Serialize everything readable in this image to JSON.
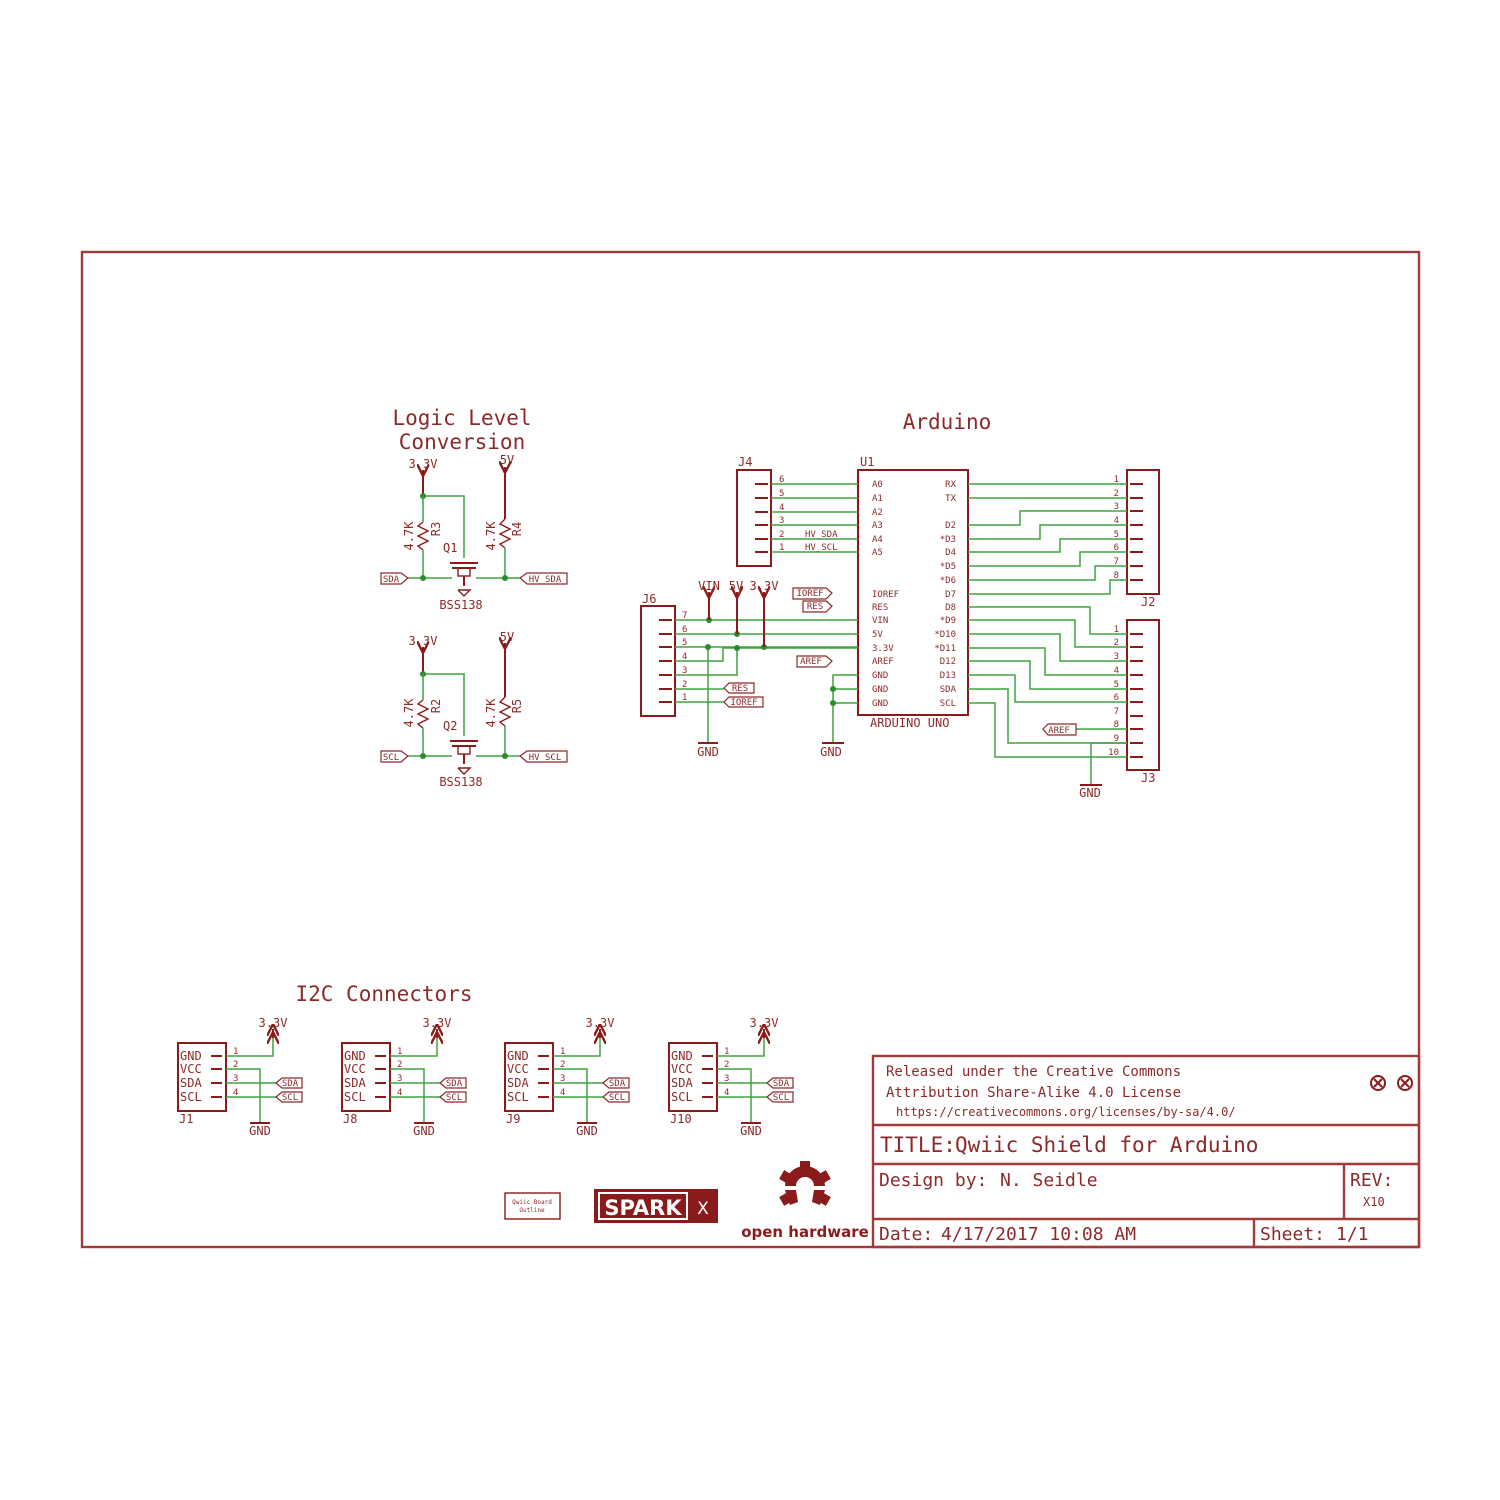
{
  "sections": {
    "logic_title_1": "Logic Level",
    "logic_title_2": "Conversion",
    "arduino_title": "Arduino",
    "i2c_title": "I2C Connectors"
  },
  "logic": {
    "v33": "3.3V",
    "v5": "5V",
    "r_value": "4.7K",
    "r3": "R3",
    "r4": "R4",
    "r2": "R2",
    "r5": "R5",
    "q1": "Q1",
    "q2": "Q2",
    "mosfet": "BSS138",
    "sda": "SDA",
    "hv_sda": "HV_SDA",
    "scl": "SCL",
    "hv_scl": "HV_SCL"
  },
  "arduino": {
    "j4": "J4",
    "j6": "J6",
    "j2": "J2",
    "j3": "J3",
    "u1": "U1",
    "u1_value": "ARDUINO UNO",
    "hv_sda": "HV_SDA",
    "hv_scl": "HV_SCL",
    "ioref": "IOREF",
    "res": "RES",
    "aref": "AREF",
    "vin_label": "VIN",
    "v5": "5V",
    "v33": "3.3V",
    "gnd": "GND",
    "left_pins": [
      "A0",
      "A1",
      "A2",
      "A3",
      "A4",
      "A5",
      "IOREF",
      "RES",
      "VIN",
      "5V",
      "3.3V",
      "AREF",
      "GND",
      "GND",
      "GND"
    ],
    "right_pins": [
      "RX",
      "TX",
      "D2",
      "*D3",
      "D4",
      "*D5",
      "*D6",
      "D7",
      "D8",
      "*D9",
      "*D10",
      "*D11",
      "D12",
      "D13",
      "SDA",
      "SCL"
    ],
    "j4_pins": [
      "6",
      "5",
      "4",
      "3",
      "2",
      "1"
    ],
    "j6_pins": [
      "7",
      "6",
      "5",
      "4",
      "3",
      "2",
      "1"
    ],
    "j2_pins": [
      "1",
      "2",
      "3",
      "4",
      "5",
      "6",
      "7",
      "8"
    ],
    "j3_pins": [
      "1",
      "2",
      "3",
      "4",
      "5",
      "6",
      "7",
      "8",
      "9",
      "10"
    ]
  },
  "i2c": {
    "pin_names": [
      "GND",
      "VCC",
      "SDA",
      "SCL"
    ],
    "pin_nums": [
      "1",
      "2",
      "3",
      "4"
    ],
    "v33": "3.3V",
    "gnd": "GND",
    "sda": "SDA",
    "scl": "SCL",
    "connectors": [
      "J1",
      "J8",
      "J9",
      "J10"
    ]
  },
  "logos": {
    "qwiic_outline_1": "Qwiic Board",
    "qwiic_outline_2": "Outline",
    "spark": "SPARK",
    "x": "X",
    "open_hardware": "open hardware"
  },
  "title_block": {
    "license_1": "Released under the Creative Commons",
    "license_2": "Attribution Share-Alike 4.0 License",
    "license_3": "https://creativecommons.org/licenses/by-sa/4.0/",
    "title_label": "TITLE:",
    "title": "Qwiic Shield for Arduino",
    "design_label": "Design by:",
    "designer": "N. Seidle",
    "rev_label": "REV:",
    "rev": "X10",
    "date_label": "Date:",
    "date": "4/17/2017 10:08 AM",
    "sheet_label": "Sheet:",
    "sheet": "1/1"
  }
}
